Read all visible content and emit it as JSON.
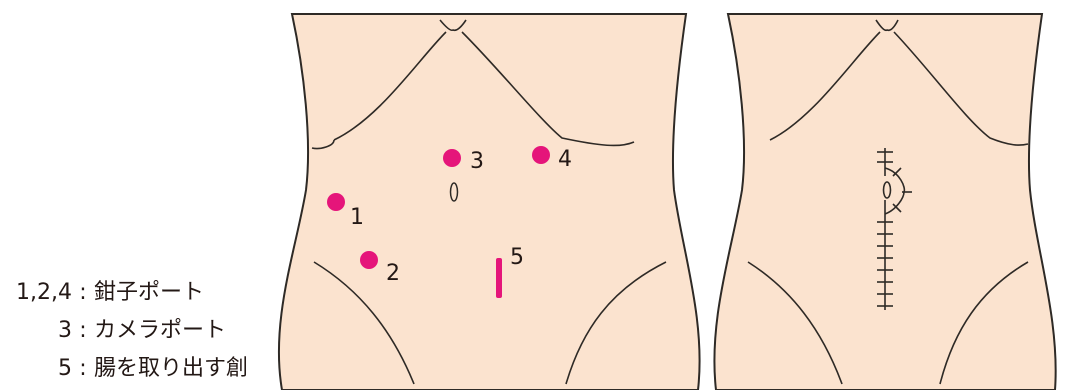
{
  "colors": {
    "skin": "#fbe3cf",
    "outline": "#2e2a26",
    "port": "#e5157a",
    "text": "#231815"
  },
  "ports": [
    {
      "label": "1"
    },
    {
      "label": "2"
    },
    {
      "label": "3"
    },
    {
      "label": "4"
    },
    {
      "label": "5"
    }
  ],
  "legend": [
    {
      "key": "1,2,4",
      "sep": ":",
      "text": "鉗子ポート"
    },
    {
      "key": "3",
      "sep": ":",
      "text": "カメラポート"
    },
    {
      "key": "5",
      "sep": ":",
      "text": "腸を取り出す創"
    }
  ]
}
